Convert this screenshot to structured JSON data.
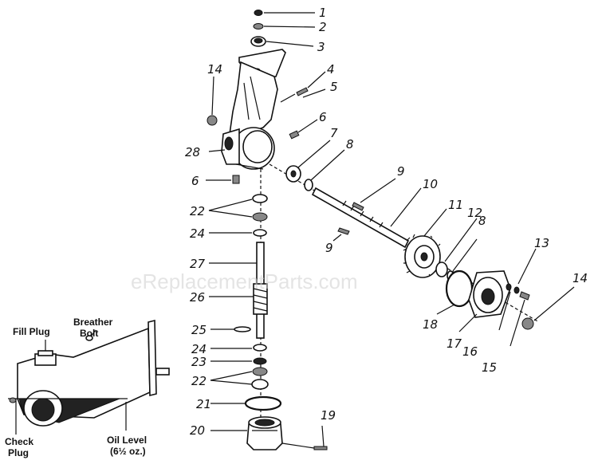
{
  "watermark": "eReplacementParts.com",
  "callouts": [
    "1",
    "2",
    "3",
    "4",
    "5",
    "6",
    "6",
    "7",
    "8",
    "8",
    "9",
    "9",
    "10",
    "11",
    "12",
    "13",
    "14",
    "14",
    "15",
    "16",
    "17",
    "18",
    "19",
    "20",
    "21",
    "22",
    "22",
    "23",
    "24",
    "24",
    "25",
    "26",
    "27",
    "28"
  ],
  "inset": {
    "fill_plug": "Fill Plug",
    "breather_bolt_1": "Breather",
    "breather_bolt_2": "Bolt",
    "check_plug_1": "Check",
    "check_plug_2": "Plug",
    "oil_level_1": "Oil Level",
    "oil_level_2": "(6½ oz.)"
  }
}
